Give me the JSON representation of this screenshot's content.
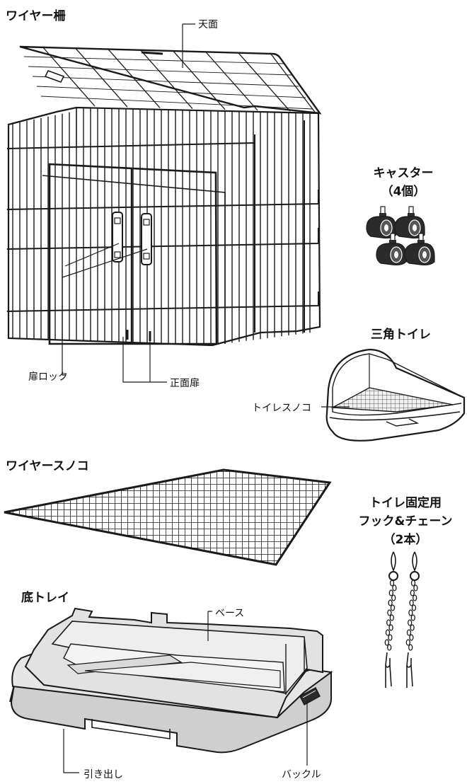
{
  "labels": {
    "wire_cage": "ワイヤー柵",
    "top_panel": "天面",
    "door_lock": "扉ロック",
    "front_door": "正面扉",
    "casters": "キャスター",
    "casters_count": "（4個）",
    "triangle_toilet": "三角トイレ",
    "toilet_grate": "トイレスノコ",
    "wire_grate": "ワイヤースノコ",
    "hook_chain_line1": "トイレ固定用",
    "hook_chain_line2": "フック&チェーン",
    "hook_chain_count": "（2本）",
    "bottom_tray": "底トレイ",
    "base": "ベース",
    "drawer": "引き出し",
    "buckle": "バックル"
  },
  "colors": {
    "line": "#1a1a1a",
    "tray_fill": "#e4e4e4",
    "tray_shade": "#c8c8c8",
    "caster_fill": "#2b2b2b"
  }
}
